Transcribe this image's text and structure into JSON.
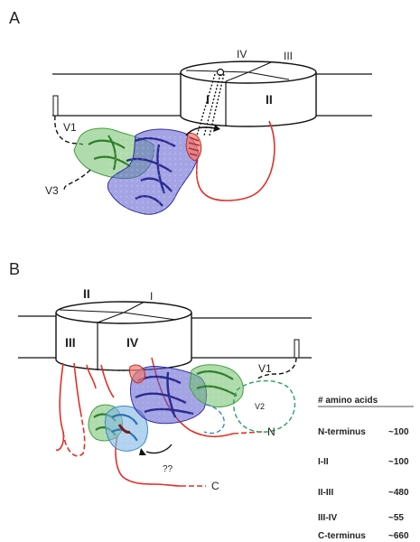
{
  "panel_a": {
    "letter": "A",
    "domains": {
      "I": "I",
      "II": "II",
      "III": "III",
      "IV": "IV"
    },
    "labels": {
      "v1": "V1",
      "v3": "V3"
    }
  },
  "panel_b": {
    "letter": "B",
    "domains": {
      "I": "I",
      "II": "II",
      "III": "III",
      "IV": "IV"
    },
    "labels": {
      "v1": "V1",
      "v2": "V2",
      "n": "N",
      "c": "C",
      "unknown": "??"
    }
  },
  "table": {
    "header": "# amino acids",
    "rows": [
      {
        "name": "N-terminus",
        "value": "~100"
      },
      {
        "name": "I-II",
        "value": "~100"
      },
      {
        "name": "II-III",
        "value": "~480"
      },
      {
        "name": "III-IV",
        "value": "~55"
      },
      {
        "name": "C-terminus",
        "value": "~660"
      }
    ]
  },
  "colors": {
    "loop_red": "#e03128",
    "domain_green": "#3f9e3a",
    "domain_blue": "#2f2f9e",
    "domain_lightblue": "#4f97d6",
    "dashed_green": "#2aa060",
    "dashed_blue": "#3a86c6"
  }
}
